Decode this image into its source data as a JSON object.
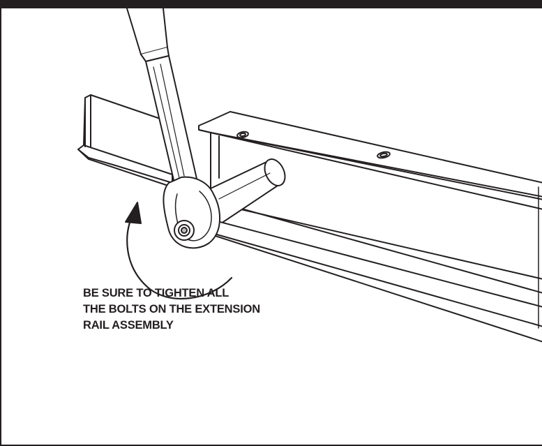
{
  "caption": {
    "lines": [
      "BE SURE TO TIGHTEN ALL",
      "THE BOLTS ON THE EXTENSION",
      "RAIL ASSEMBLY"
    ]
  },
  "colors": {
    "ink": "#231f20",
    "rail_fill": "#ffffff",
    "shade": "#bfbfbf"
  },
  "icons": [
    "wrench-icon",
    "rotation-arrow-icon",
    "bolt-icon"
  ]
}
